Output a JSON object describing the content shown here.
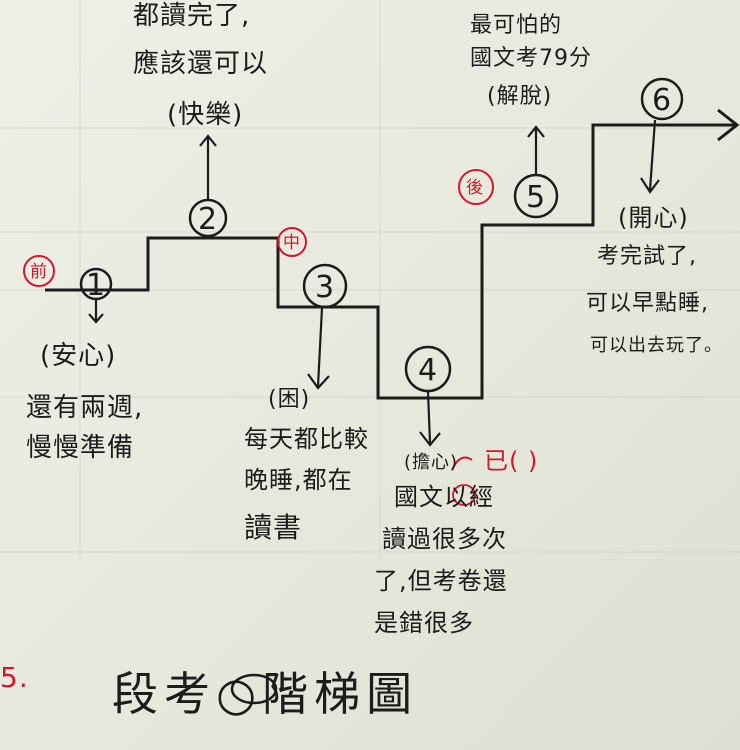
{
  "diagram": {
    "title": "段考○階梯圖",
    "section_mark": "5.",
    "steps": [
      {
        "number": "1",
        "phase": "前",
        "feeling": "(安心)",
        "note": [
          "還有兩週,",
          "慢慢準備"
        ]
      },
      {
        "number": "2",
        "phase": "",
        "feeling": "(快樂)",
        "note": [
          "都讀完了,",
          "應該還可以"
        ]
      },
      {
        "number": "3",
        "phase": "中",
        "feeling": "(困)",
        "note": [
          "每天都比較",
          "晚睡,都在",
          "讀書"
        ]
      },
      {
        "number": "4",
        "phase": "",
        "feeling": "(擔心)",
        "note": [
          "國文以經",
          "讀過很多次",
          "了,但考卷還",
          "是錯很多"
        ]
      },
      {
        "number": "5",
        "phase": "後",
        "feeling": "(解脫)",
        "note": [
          "最可怕的",
          "國文考79分"
        ]
      },
      {
        "number": "6",
        "phase": "",
        "feeling": "(開心)",
        "note": [
          "考完試了,",
          "可以早點睡,",
          "可以出去玩了。"
        ]
      }
    ],
    "correction": "已( )",
    "colors": {
      "ink": "#1c1c1c",
      "red": "#d8142a",
      "paper": "#eceee5"
    }
  }
}
